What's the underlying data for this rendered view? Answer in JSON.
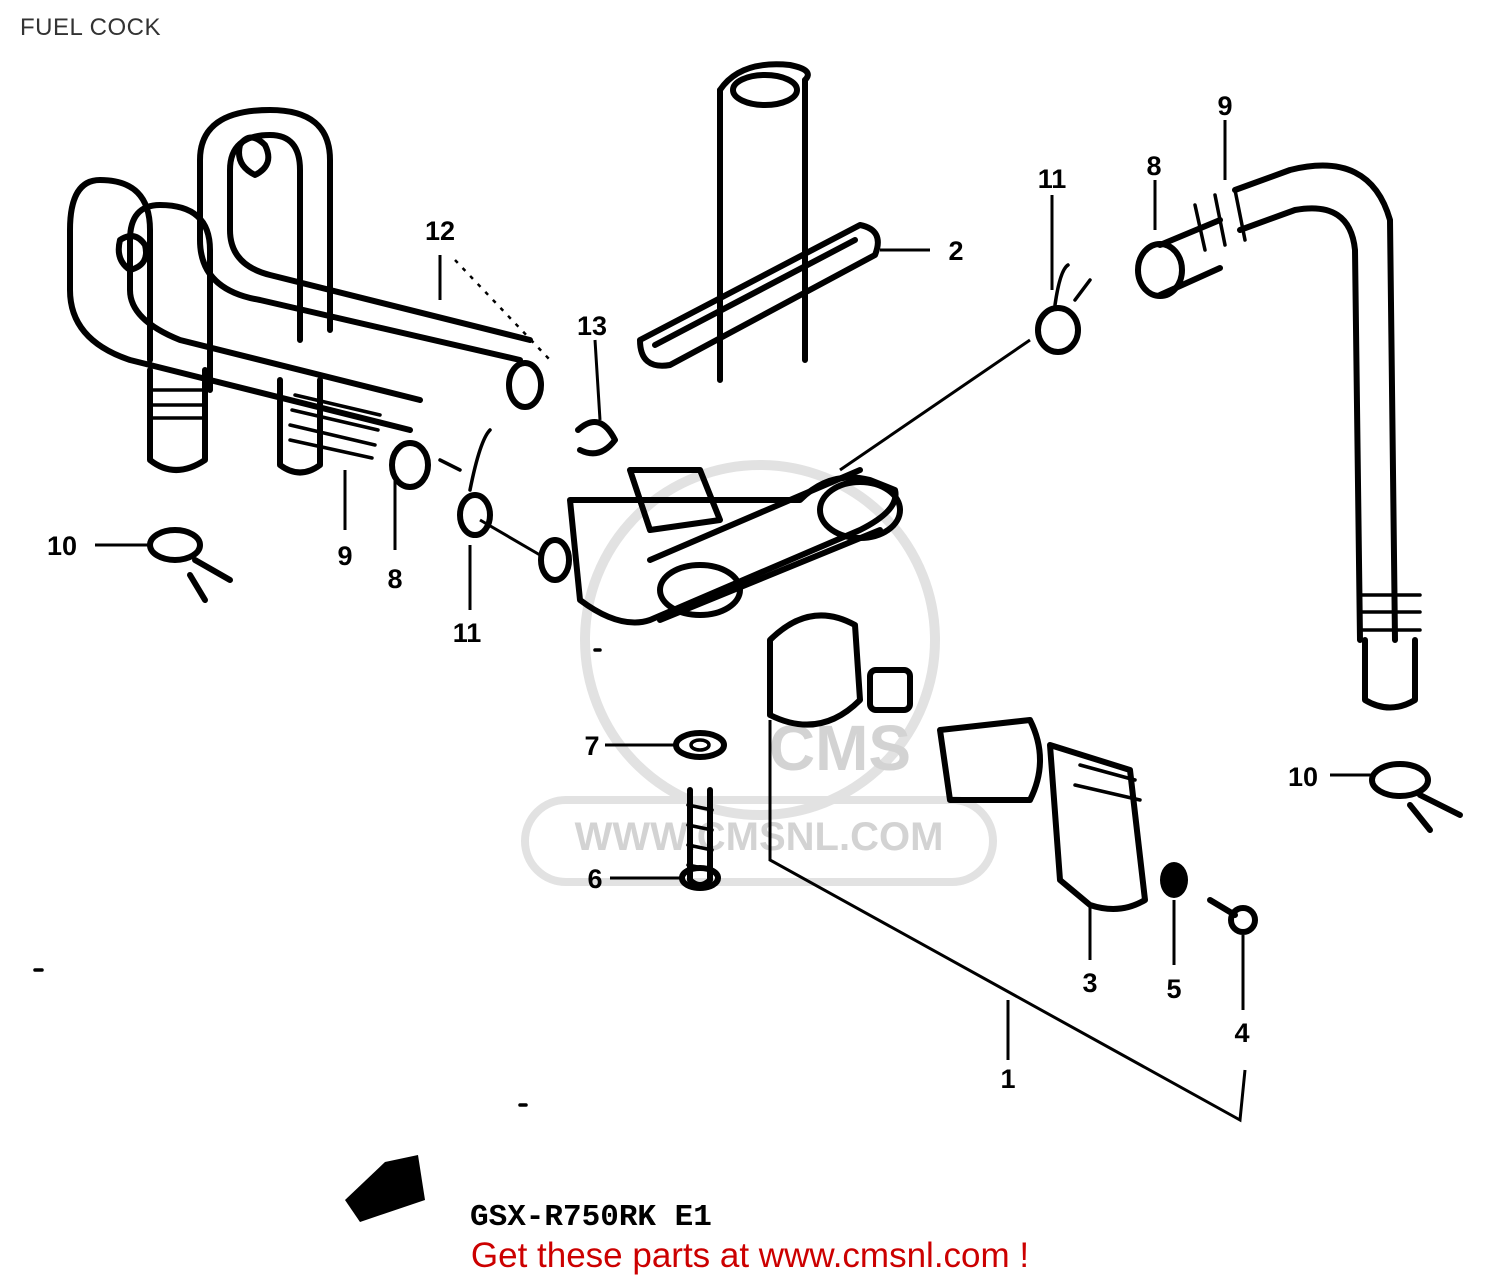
{
  "title": "FUEL COCK",
  "model": "GSX-R750RK E1",
  "watermark": {
    "url_text": "WWW.CMSNL.COM",
    "logo_text": "CMS",
    "color": "#d3d3d3"
  },
  "footer": {
    "text": "Get these parts at www.cmsnl.com !",
    "color": "#cc0000"
  },
  "callouts": [
    {
      "id": "c1",
      "label": "1"
    },
    {
      "id": "c2",
      "label": "2"
    },
    {
      "id": "c3",
      "label": "3"
    },
    {
      "id": "c4",
      "label": "4"
    },
    {
      "id": "c5",
      "label": "5"
    },
    {
      "id": "c6",
      "label": "6"
    },
    {
      "id": "c7",
      "label": "7"
    },
    {
      "id": "c8a",
      "label": "8"
    },
    {
      "id": "c8b",
      "label": "8"
    },
    {
      "id": "c9a",
      "label": "9"
    },
    {
      "id": "c9b",
      "label": "9"
    },
    {
      "id": "c10a",
      "label": "10"
    },
    {
      "id": "c10b",
      "label": "10"
    },
    {
      "id": "c11a",
      "label": "11"
    },
    {
      "id": "c11b",
      "label": "11"
    },
    {
      "id": "c12",
      "label": "12"
    },
    {
      "id": "c13",
      "label": "13"
    }
  ]
}
